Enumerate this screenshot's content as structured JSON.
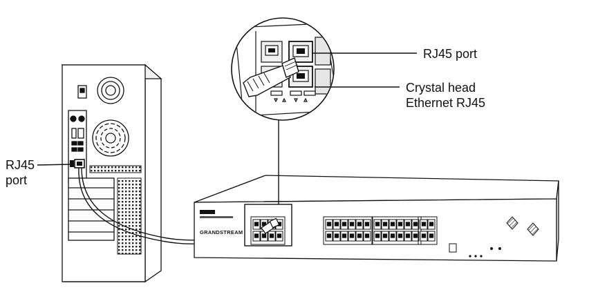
{
  "callouts": {
    "switch_port": "RJ45 port",
    "crystal_head_line1": "Crystal head",
    "crystal_head_line2": "Ethernet RJ45",
    "pc_port_line1": "RJ45",
    "pc_port_line2": "port"
  },
  "switch": {
    "brand_text": "GRANDSTREAM"
  },
  "colors": {
    "line": "#111111",
    "background": "#ffffff",
    "panel_light": "#f4f4f4",
    "panel_mid": "#d9d9d9",
    "hatch": "#888888"
  }
}
